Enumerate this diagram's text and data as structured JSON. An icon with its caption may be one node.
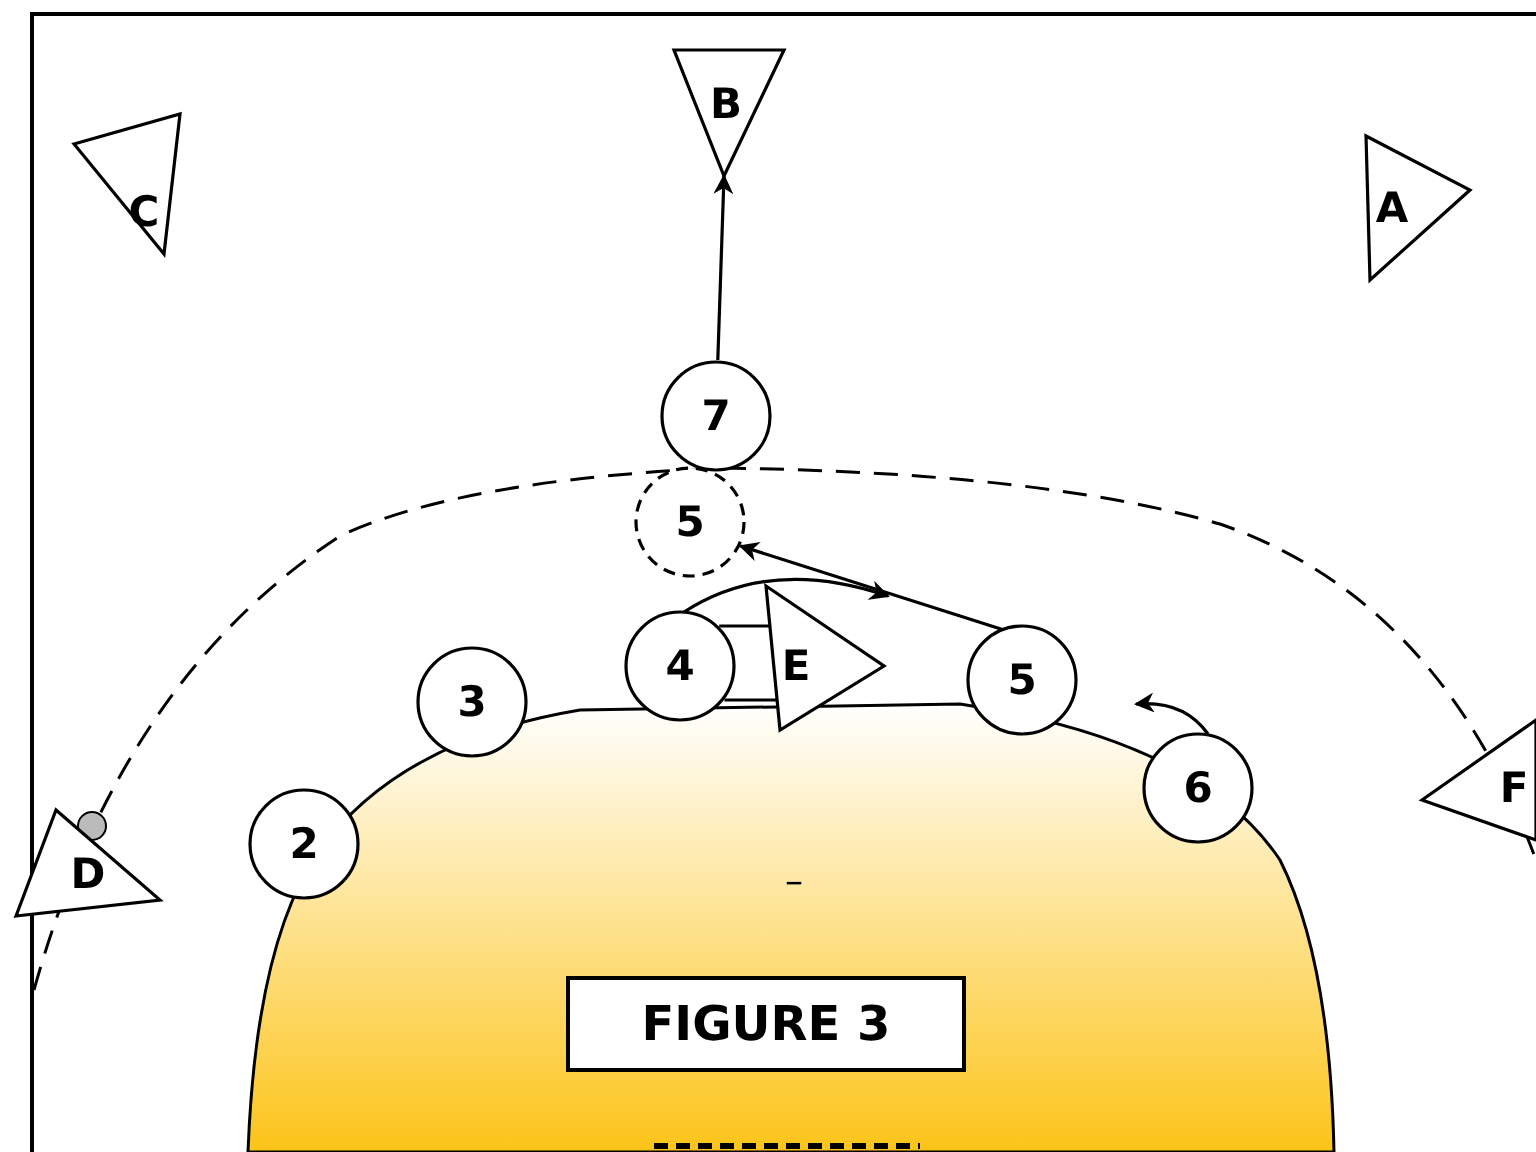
{
  "diagram": {
    "nodes": [
      {
        "text": [
          "C"
        ]
      },
      {
        "text": [
          "B"
        ]
      },
      {
        "text": [
          "A"
        ]
      },
      {
        "text": [
          "7"
        ]
      },
      {
        "text": [
          "5"
        ]
      },
      {
        "text": [
          "4"
        ]
      },
      {
        "text": [
          "E"
        ]
      },
      {
        "text": [
          "5"
        ]
      },
      {
        "text": [
          "3"
        ]
      },
      {
        "text": [
          "6"
        ]
      },
      {
        "text": [
          "F"
        ]
      },
      {
        "text": [
          "2"
        ]
      },
      {
        "text": [
          "D"
        ]
      },
      {
        "text": [
          "FIGURE 3"
        ]
      }
    ],
    "edges": [
      {
        "from": 3,
        "to": 1,
        "arrow": "to"
      },
      {
        "from": 7,
        "to": 4,
        "arrow": "to"
      },
      {
        "from": 5,
        "to": null,
        "arrow": "to"
      },
      {
        "from": 9,
        "to": null,
        "arrow": "to"
      },
      {
        "from": 5,
        "to": 6,
        "arrow": "none"
      },
      {
        "from": 5,
        "to": 6,
        "arrow": "none"
      }
    ],
    "labels": [
      "–"
    ]
  }
}
